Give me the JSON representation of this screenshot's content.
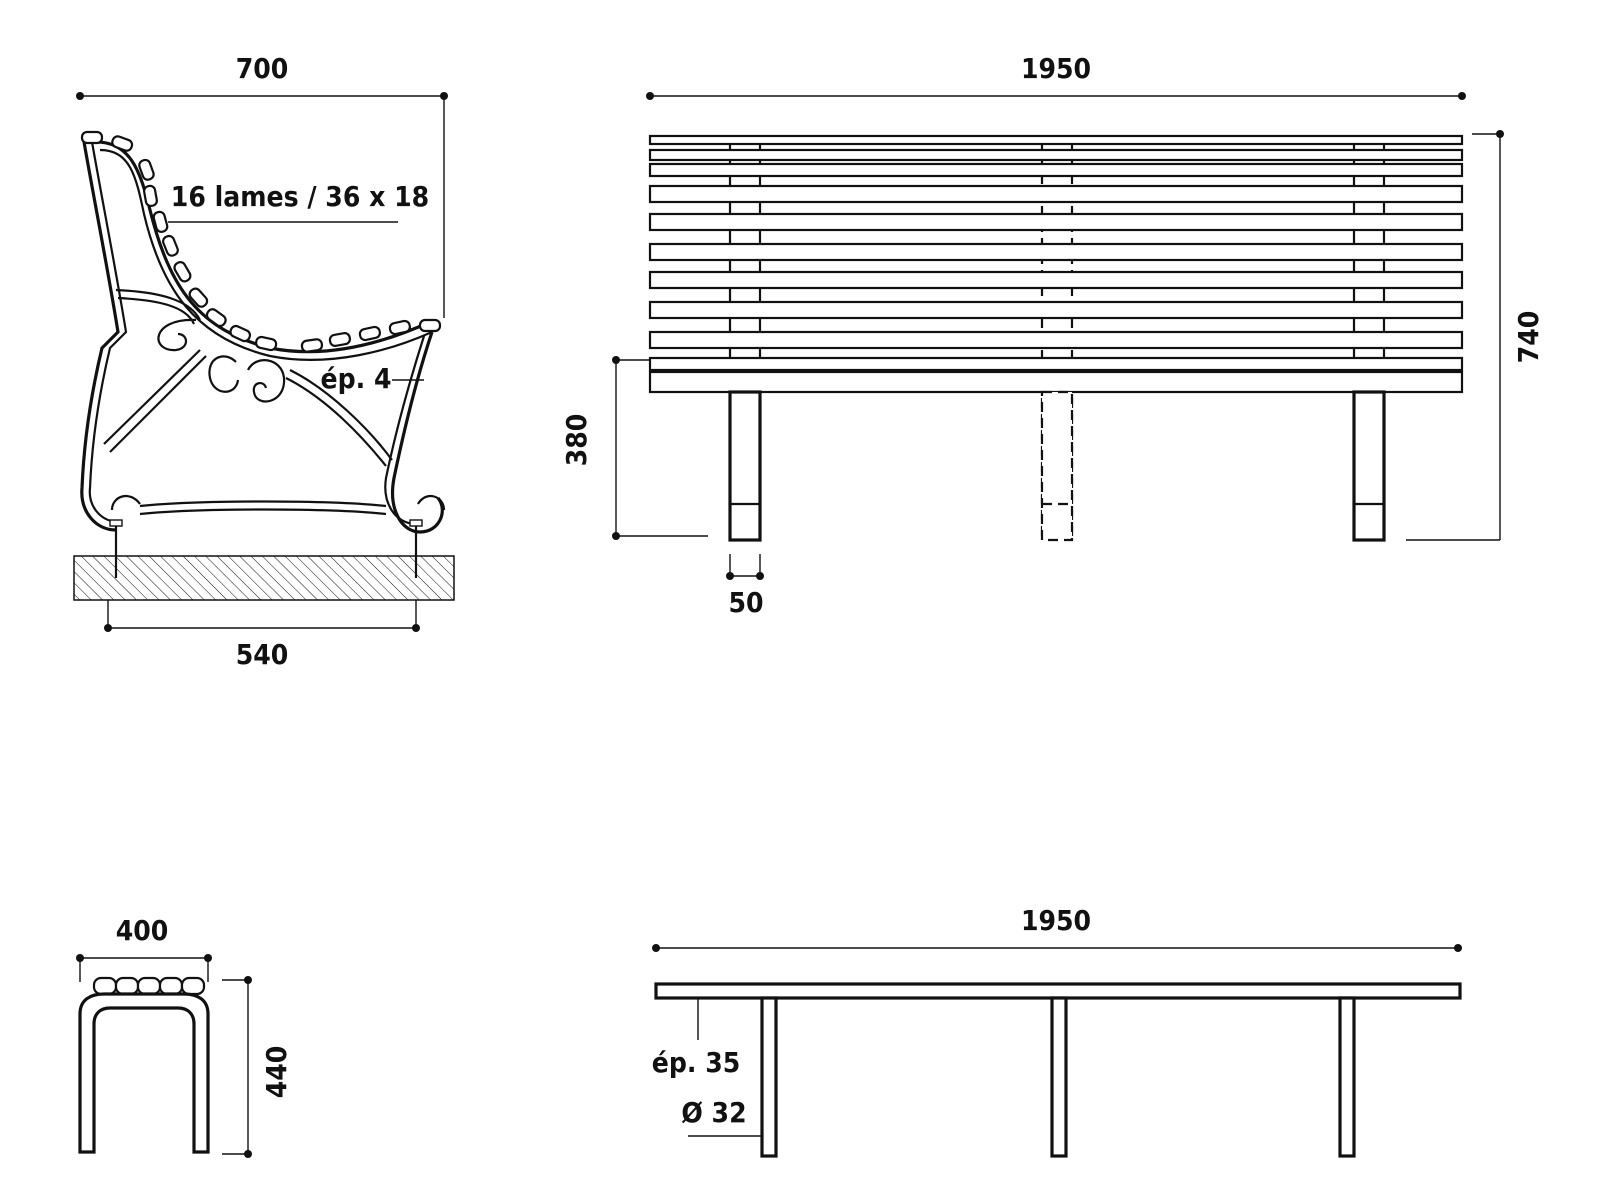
{
  "side_view": {
    "width_label": "700",
    "base_label": "540",
    "slats_label": "16 lames / 36 x 18",
    "thickness_label": "ép. 4"
  },
  "front_view": {
    "width_label": "1950",
    "height_label": "740",
    "seat_height_label": "380",
    "leg_width_label": "50"
  },
  "stool_side_view": {
    "width_label": "400",
    "height_label": "440"
  },
  "stool_front_view": {
    "width_label": "1950",
    "thickness_label": "ép. 35",
    "diameter_label": "Ø 32"
  },
  "colors": {
    "line": "#111111",
    "background": "#ffffff"
  }
}
